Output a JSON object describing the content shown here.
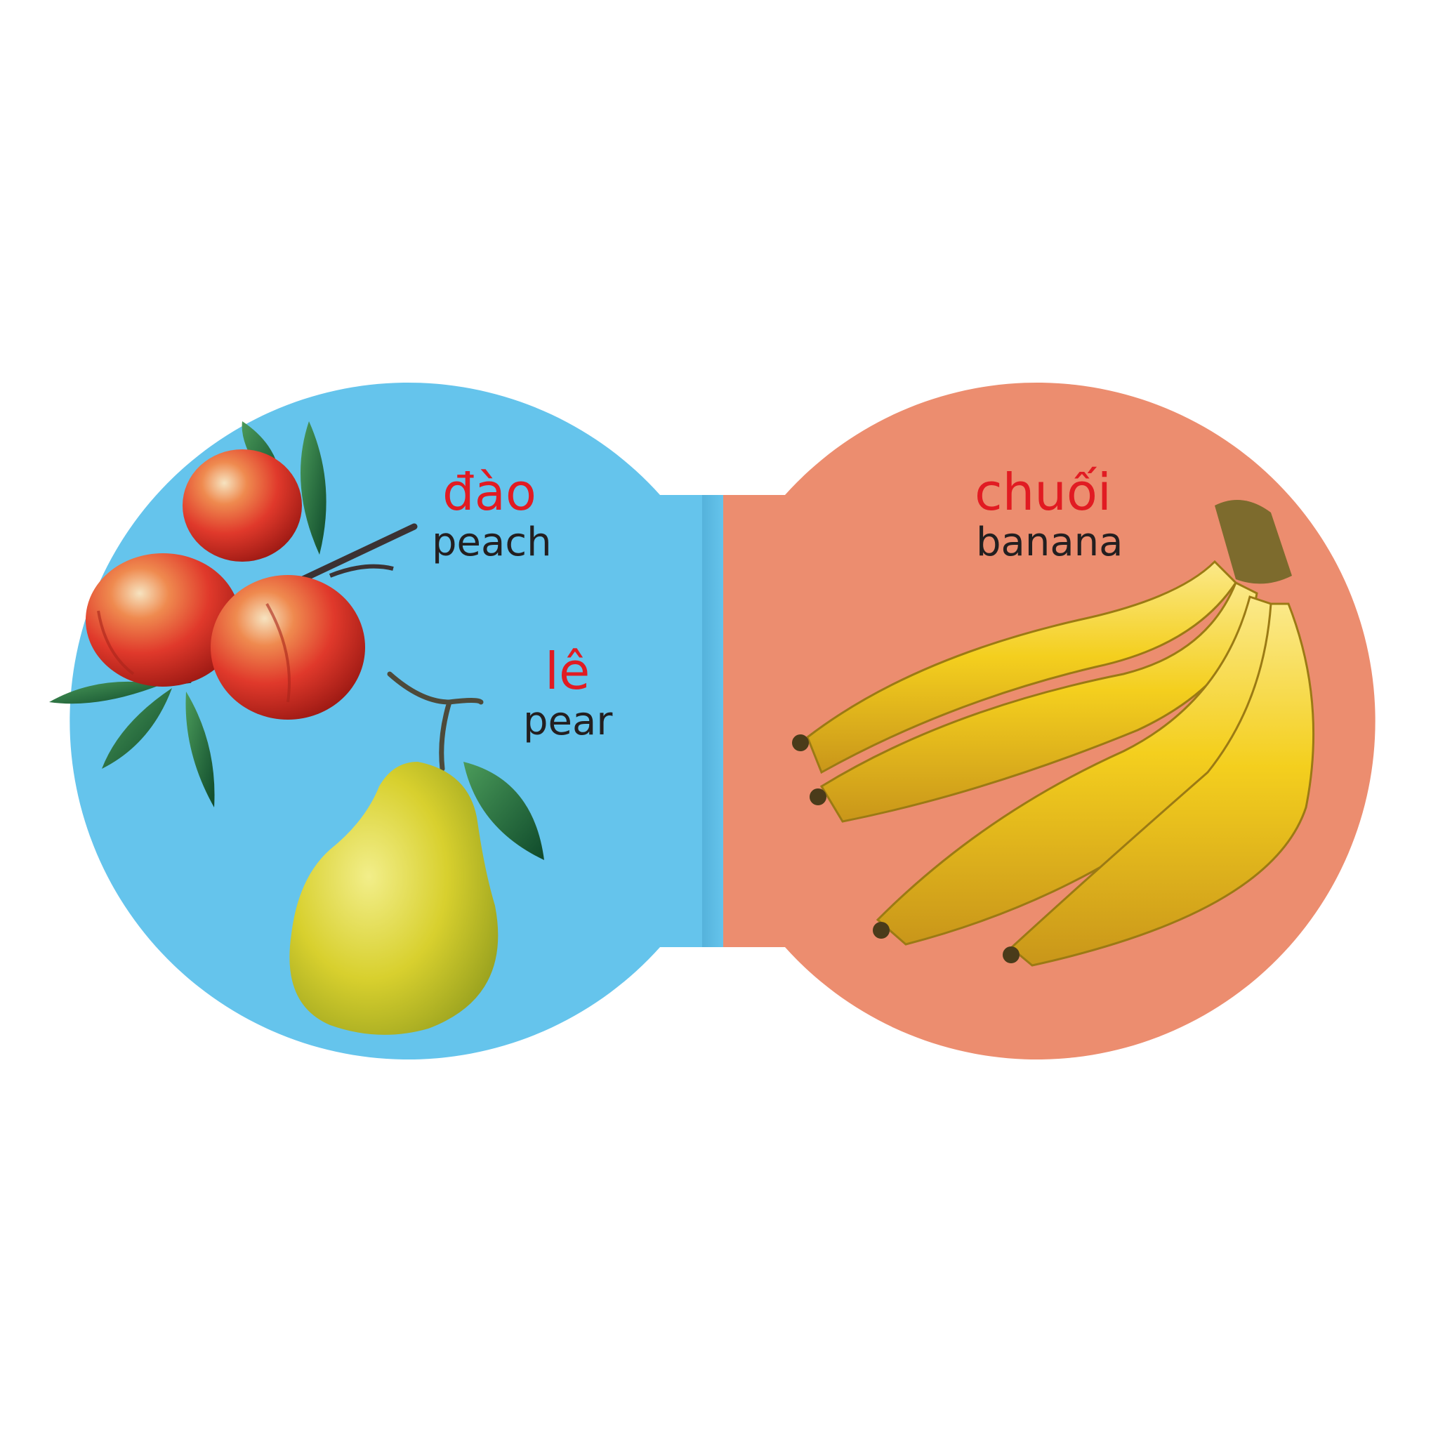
{
  "colors": {
    "background": "#ffffff",
    "left_page": "#65c4ec",
    "right_page": "#ec8d6f",
    "vietnamese_text": "#e11b22",
    "english_text": "#231f20"
  },
  "left_page": {
    "words": [
      {
        "vi": "đào",
        "en": "peach"
      },
      {
        "vi": "lê",
        "en": "pear"
      }
    ]
  },
  "right_page": {
    "words": [
      {
        "vi": "chuối",
        "en": "banana"
      }
    ]
  }
}
